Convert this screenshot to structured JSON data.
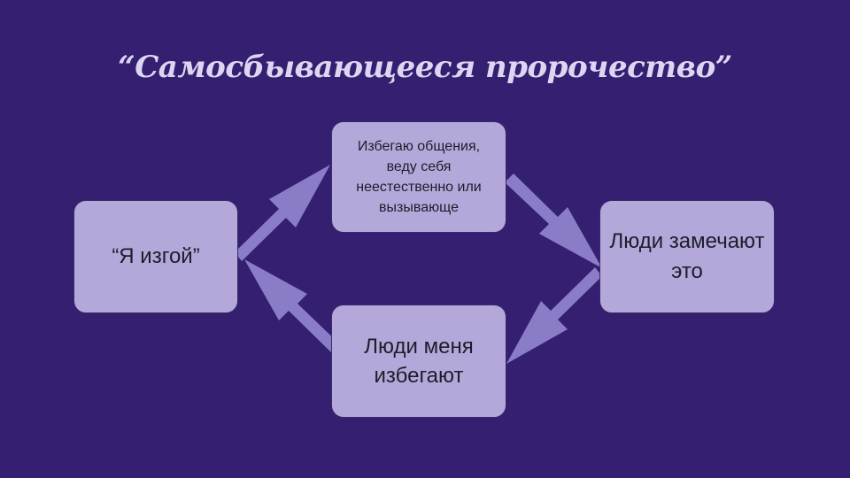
{
  "title": "“Самосбывающееся пророчество”",
  "nodes": {
    "belief": "“Я изгой”",
    "behavior": "Избегаю общения, веду себя неестественно или вызывающе",
    "notice": "Люди замечают это",
    "avoid": "Люди меня избегают"
  },
  "colors": {
    "background": "#341f70",
    "box_fill": "#b4a8da",
    "arrow": "#8a7cc6",
    "title": "#ddd6f3"
  }
}
